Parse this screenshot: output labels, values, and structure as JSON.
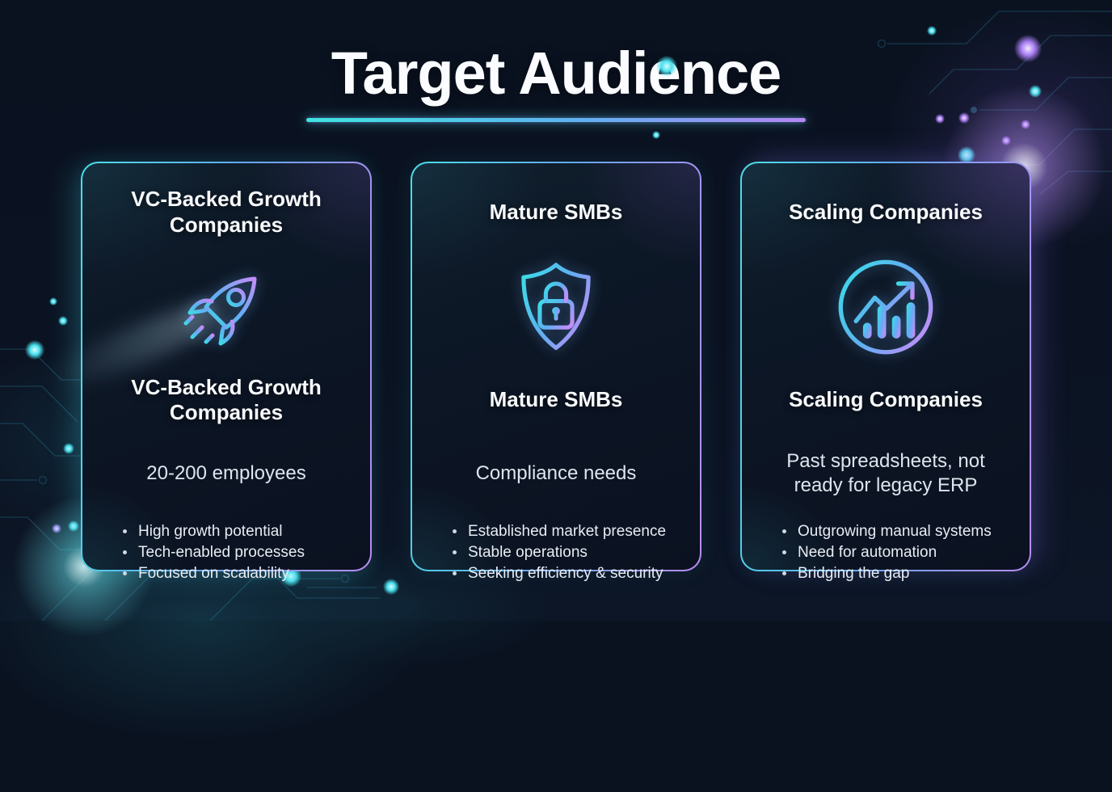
{
  "title": "Target Audience",
  "colors": {
    "accent_cyan": "#4ADEE6",
    "accent_purple": "#B98CF4",
    "background": "#0A1220",
    "card_background": "#0C1625",
    "heading_text": "#F8FAFC",
    "body_text": "#E8EDF4"
  },
  "cards": [
    {
      "id": "vc-backed-growth",
      "icon": "rocket-icon",
      "title": "VC-Backed Growth Companies",
      "heading": "VC-Backed Growth Companies",
      "subtitle": "20-200 employees",
      "bullets": [
        "High growth potential",
        "Tech-enabled processes",
        "Focused on scalability"
      ]
    },
    {
      "id": "mature-smbs",
      "icon": "shield-lock-icon",
      "title": "Mature SMBs",
      "heading": "Mature SMBs",
      "subtitle": "Compliance needs",
      "bullets": [
        "Established market presence",
        "Stable operations",
        "Seeking efficiency & security"
      ]
    },
    {
      "id": "scaling-companies",
      "icon": "growth-chart-icon",
      "title": "Scaling Companies",
      "heading": "Scaling Companies",
      "subtitle": "Past spreadsheets, not ready for legacy ERP",
      "bullets": [
        "Outgrowing manual systems",
        "Need for automation",
        "Bridging the gap"
      ]
    }
  ]
}
